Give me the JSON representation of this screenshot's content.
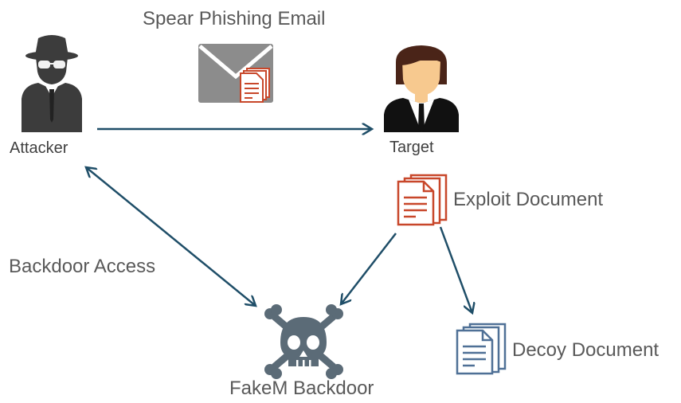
{
  "title": "Spear Phishing Email",
  "nodes": {
    "attacker": {
      "label": "Attacker"
    },
    "target": {
      "label": "Target"
    },
    "exploit_document": {
      "label": "Exploit Document"
    },
    "decoy_document": {
      "label": "Decoy Document"
    },
    "backdoor": {
      "label": "FakeM Backdoor"
    }
  },
  "edges": {
    "backdoor_access": {
      "label": "Backdoor Access"
    }
  },
  "colors": {
    "arrow": "#1f4e68",
    "text": "#595959",
    "icon_gray": "#3c3c3c",
    "envelope_gray": "#8c8c8c",
    "exploit_red": "#c8472a",
    "decoy_blue": "#4f7096",
    "skull_slate": "#5b6b77",
    "skin": "#f7c98f",
    "hair": "#4a2418"
  },
  "icons": {
    "attacker": "spy-person-icon",
    "target": "business-person-icon",
    "email": "envelope-with-document-icon",
    "exploit": "red-document-icon",
    "decoy": "blue-document-icon",
    "backdoor": "skull-crossbones-icon"
  }
}
